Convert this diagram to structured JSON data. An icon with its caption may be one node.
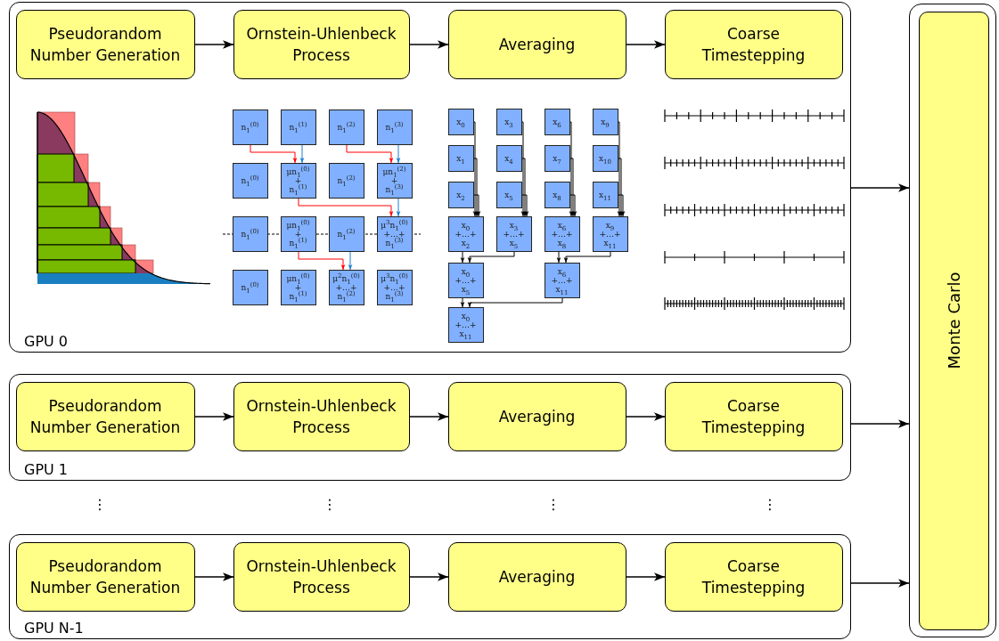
{
  "diagram": {
    "nodes": [
      {
        "text": [
          "GPU 0"
        ]
      },
      {
        "text": [
          "Pseudorandom Number Generation"
        ],
        "in": 0
      },
      {
        "text": [
          "Ornstein-Uhlenbeck Process"
        ],
        "in": 0
      },
      {
        "text": [
          "Averaging"
        ],
        "in": 0
      },
      {
        "text": [
          "Coarse Timestepping"
        ],
        "in": 0
      },
      {
        "text": [
          "n$_{1}$$^{(0)}$"
        ],
        "in": 0
      },
      {
        "text": [
          "n$_{1}$$^{(1)}$"
        ],
        "in": 0
      },
      {
        "text": [
          "n$_{1}$$^{(2)}$"
        ],
        "in": 0
      },
      {
        "text": [
          "n$_{1}$$^{(3)}$"
        ],
        "in": 0
      },
      {
        "text": [
          "n$_{1}$$^{(0)}$"
        ],
        "in": 0
      },
      {
        "text": [
          "μn$_{1}$$^{(0)}$ + n$_{1}$$^{(1)}$"
        ],
        "in": 0
      },
      {
        "text": [
          "n$_{1}$$^{(2)}$"
        ],
        "in": 0
      },
      {
        "text": [
          "μn$_{1}$$^{(2)}$ + n$_{1}$$^{(3)}$"
        ],
        "in": 0
      },
      {
        "text": [
          "n$_{1}$$^{(0)}$"
        ],
        "in": 0
      },
      {
        "text": [
          "μn$_{1}$$^{(0)}$ + n$_{1}$$^{(1)}$"
        ],
        "in": 0
      },
      {
        "text": [
          "n$_{1}$$^{(2)}$"
        ],
        "in": 0
      },
      {
        "text": [
          "μ$^{3}$n$_{1}$$^{(0)}$ +…+ n$_{1}$$^{(3)}$"
        ],
        "in": 0
      },
      {
        "text": [
          "n$_{1}$$^{(0)}$"
        ],
        "in": 0
      },
      {
        "text": [
          "μn$_{1}$$^{(0)}$ + n$_{1}$$^{(1)}$"
        ],
        "in": 0
      },
      {
        "text": [
          "μ$^{2}$n$_{1}$$^{(0)}$ +…+ n$_{1}$$^{(2)}$"
        ],
        "in": 0
      },
      {
        "text": [
          "μ$^{3}$n$_{1}$$^{(0)}$ +…+ n$_{1}$$^{(3)}$"
        ],
        "in": 0
      },
      {
        "text": [
          "x$_{0}$"
        ],
        "in": 0
      },
      {
        "text": [
          "x$_{1}$"
        ],
        "in": 0
      },
      {
        "text": [
          "x$_{2}$"
        ],
        "in": 0
      },
      {
        "text": [
          "x$_{3}$"
        ],
        "in": 0
      },
      {
        "text": [
          "x$_{4}$"
        ],
        "in": 0
      },
      {
        "text": [
          "x$_{5}$"
        ],
        "in": 0
      },
      {
        "text": [
          "x$_{6}$"
        ],
        "in": 0
      },
      {
        "text": [
          "x$_{7}$"
        ],
        "in": 0
      },
      {
        "text": [
          "x$_{8}$"
        ],
        "in": 0
      },
      {
        "text": [
          "x$_{9}$"
        ],
        "in": 0
      },
      {
        "text": [
          "x$_{10}$"
        ],
        "in": 0
      },
      {
        "text": [
          "x$_{11}$"
        ],
        "in": 0
      },
      {
        "text": [
          "x$_{0}$ +…+ x$_{2}$"
        ],
        "in": 0
      },
      {
        "text": [
          "x$_{3}$ +…+ x$_{5}$"
        ],
        "in": 0
      },
      {
        "text": [
          "x$_{6}$ +…+ x$_{8}$"
        ],
        "in": 0
      },
      {
        "text": [
          "x$_{9}$ +…+ x$_{11}$"
        ],
        "in": 0
      },
      {
        "text": [
          "x$_{0}$ +…+ x$_{5}$"
        ],
        "in": 0
      },
      {
        "text": [
          "x$_{6}$ +…+ x$_{11}$"
        ],
        "in": 0
      },
      {
        "text": [
          "x$_{0}$ +…+ x$_{11}$"
        ],
        "in": 0
      },
      {
        "text": [
          "GPU 1"
        ]
      },
      {
        "text": [
          "Pseudorandom Number Generation"
        ],
        "in": 40
      },
      {
        "text": [
          "Ornstein-Uhlenbeck Process"
        ],
        "in": 40
      },
      {
        "text": [
          "Averaging"
        ],
        "in": 40
      },
      {
        "text": [
          "Coarse Timestepping"
        ],
        "in": 40
      },
      {
        "text": [
          "GPU N-1"
        ]
      },
      {
        "text": [
          "Pseudorandom Number Generation"
        ],
        "in": 45
      },
      {
        "text": [
          "Ornstein-Uhlenbeck Process"
        ],
        "in": 45
      },
      {
        "text": [
          "Averaging"
        ],
        "in": 45
      },
      {
        "text": [
          "Coarse Timestepping"
        ],
        "in": 45
      },
      {
        "text": [],
        "shape": "box"
      },
      {
        "text": [
          "Monte Carlo"
        ],
        "in": 50
      }
    ],
    "edges": [
      {
        "from": 1,
        "to": 2,
        "arrow": "to"
      },
      {
        "from": 2,
        "to": 3,
        "arrow": "to"
      },
      {
        "from": 3,
        "to": 4,
        "arrow": "to"
      },
      {
        "from": 5,
        "to": 10,
        "arrow": "to",
        "color": "#ff0000"
      },
      {
        "from": 6,
        "to": 10,
        "arrow": "to",
        "color": "#1a7fd0"
      },
      {
        "from": 7,
        "to": 12,
        "arrow": "to",
        "color": "#ff0000"
      },
      {
        "from": 8,
        "to": 12,
        "arrow": "to",
        "color": "#1a7fd0"
      },
      {
        "from": 10,
        "to": 16,
        "arrow": "to",
        "color": "#ff0000"
      },
      {
        "from": 12,
        "to": 16,
        "arrow": "to",
        "color": "#1a7fd0"
      },
      {
        "from": 14,
        "to": 19,
        "arrow": "to",
        "color": "#ff0000"
      },
      {
        "from": 15,
        "to": 19,
        "arrow": "to",
        "color": "#1a7fd0"
      },
      {
        "from": 21,
        "to": 33,
        "arrow": "to"
      },
      {
        "from": 22,
        "to": 33,
        "arrow": "to"
      },
      {
        "from": 23,
        "to": 33,
        "arrow": "to"
      },
      {
        "from": 24,
        "to": 34,
        "arrow": "to"
      },
      {
        "from": 25,
        "to": 34,
        "arrow": "to"
      },
      {
        "from": 26,
        "to": 34,
        "arrow": "to"
      },
      {
        "from": 27,
        "to": 35,
        "arrow": "to"
      },
      {
        "from": 28,
        "to": 35,
        "arrow": "to"
      },
      {
        "from": 29,
        "to": 35,
        "arrow": "to"
      },
      {
        "from": 30,
        "to": 36,
        "arrow": "to"
      },
      {
        "from": 31,
        "to": 36,
        "arrow": "to"
      },
      {
        "from": 32,
        "to": 36,
        "arrow": "to"
      },
      {
        "from": 33,
        "to": 37,
        "arrow": "to"
      },
      {
        "from": 34,
        "to": 37,
        "arrow": "to"
      },
      {
        "from": 35,
        "to": 38,
        "arrow": "to"
      },
      {
        "from": 36,
        "to": 38,
        "arrow": "to"
      },
      {
        "from": 37,
        "to": 39,
        "arrow": "to"
      },
      {
        "from": 38,
        "to": 39,
        "arrow": "to"
      },
      {
        "from": 41,
        "to": 42,
        "arrow": "to"
      },
      {
        "from": 42,
        "to": 43,
        "arrow": "to"
      },
      {
        "from": 43,
        "to": 44,
        "arrow": "to"
      },
      {
        "from": 46,
        "to": 47,
        "arrow": "to"
      },
      {
        "from": 47,
        "to": 48,
        "arrow": "to"
      },
      {
        "from": 48,
        "to": 49,
        "arrow": "to"
      },
      {
        "from": 0,
        "to": 50,
        "arrow": "to"
      },
      {
        "from": 40,
        "to": 50,
        "arrow": "to"
      },
      {
        "from": 45,
        "to": 50,
        "arrow": "to"
      }
    ],
    "labels": [
      "⋮",
      "⋮",
      "⋮",
      "⋮"
    ]
  }
}
